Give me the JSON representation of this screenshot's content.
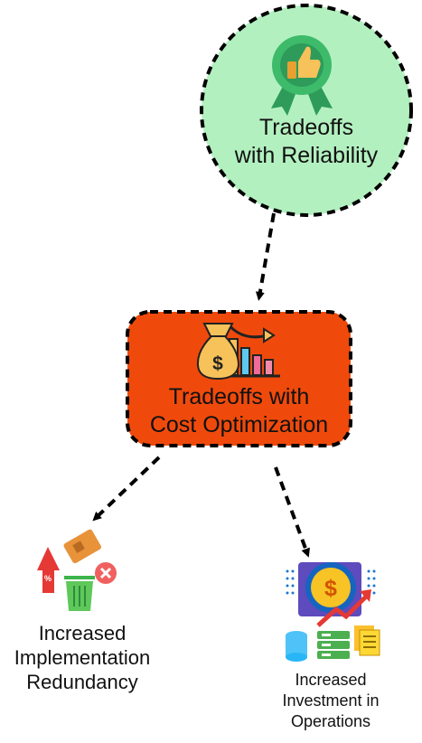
{
  "nodes": {
    "reliability": {
      "line1": "Tradeoffs",
      "line2": "with Reliability",
      "icon": "award-thumbs-up-icon",
      "fill": "#b3f0c0"
    },
    "cost": {
      "line1": "Tradeoffs with",
      "line2": "Cost Optimization",
      "icon": "money-bag-chart-icon",
      "fill": "#ef4a0c"
    },
    "redundancy": {
      "line1": "Increased",
      "line2": "Implementation",
      "line3": "Redundancy",
      "icon": "redundancy-icon"
    },
    "investment": {
      "line1": "Increased",
      "line2": "Investment in",
      "line3": "Operations",
      "icon": "investment-operations-icon"
    }
  },
  "colors": {
    "stroke": "#000000",
    "text": "#111111"
  }
}
